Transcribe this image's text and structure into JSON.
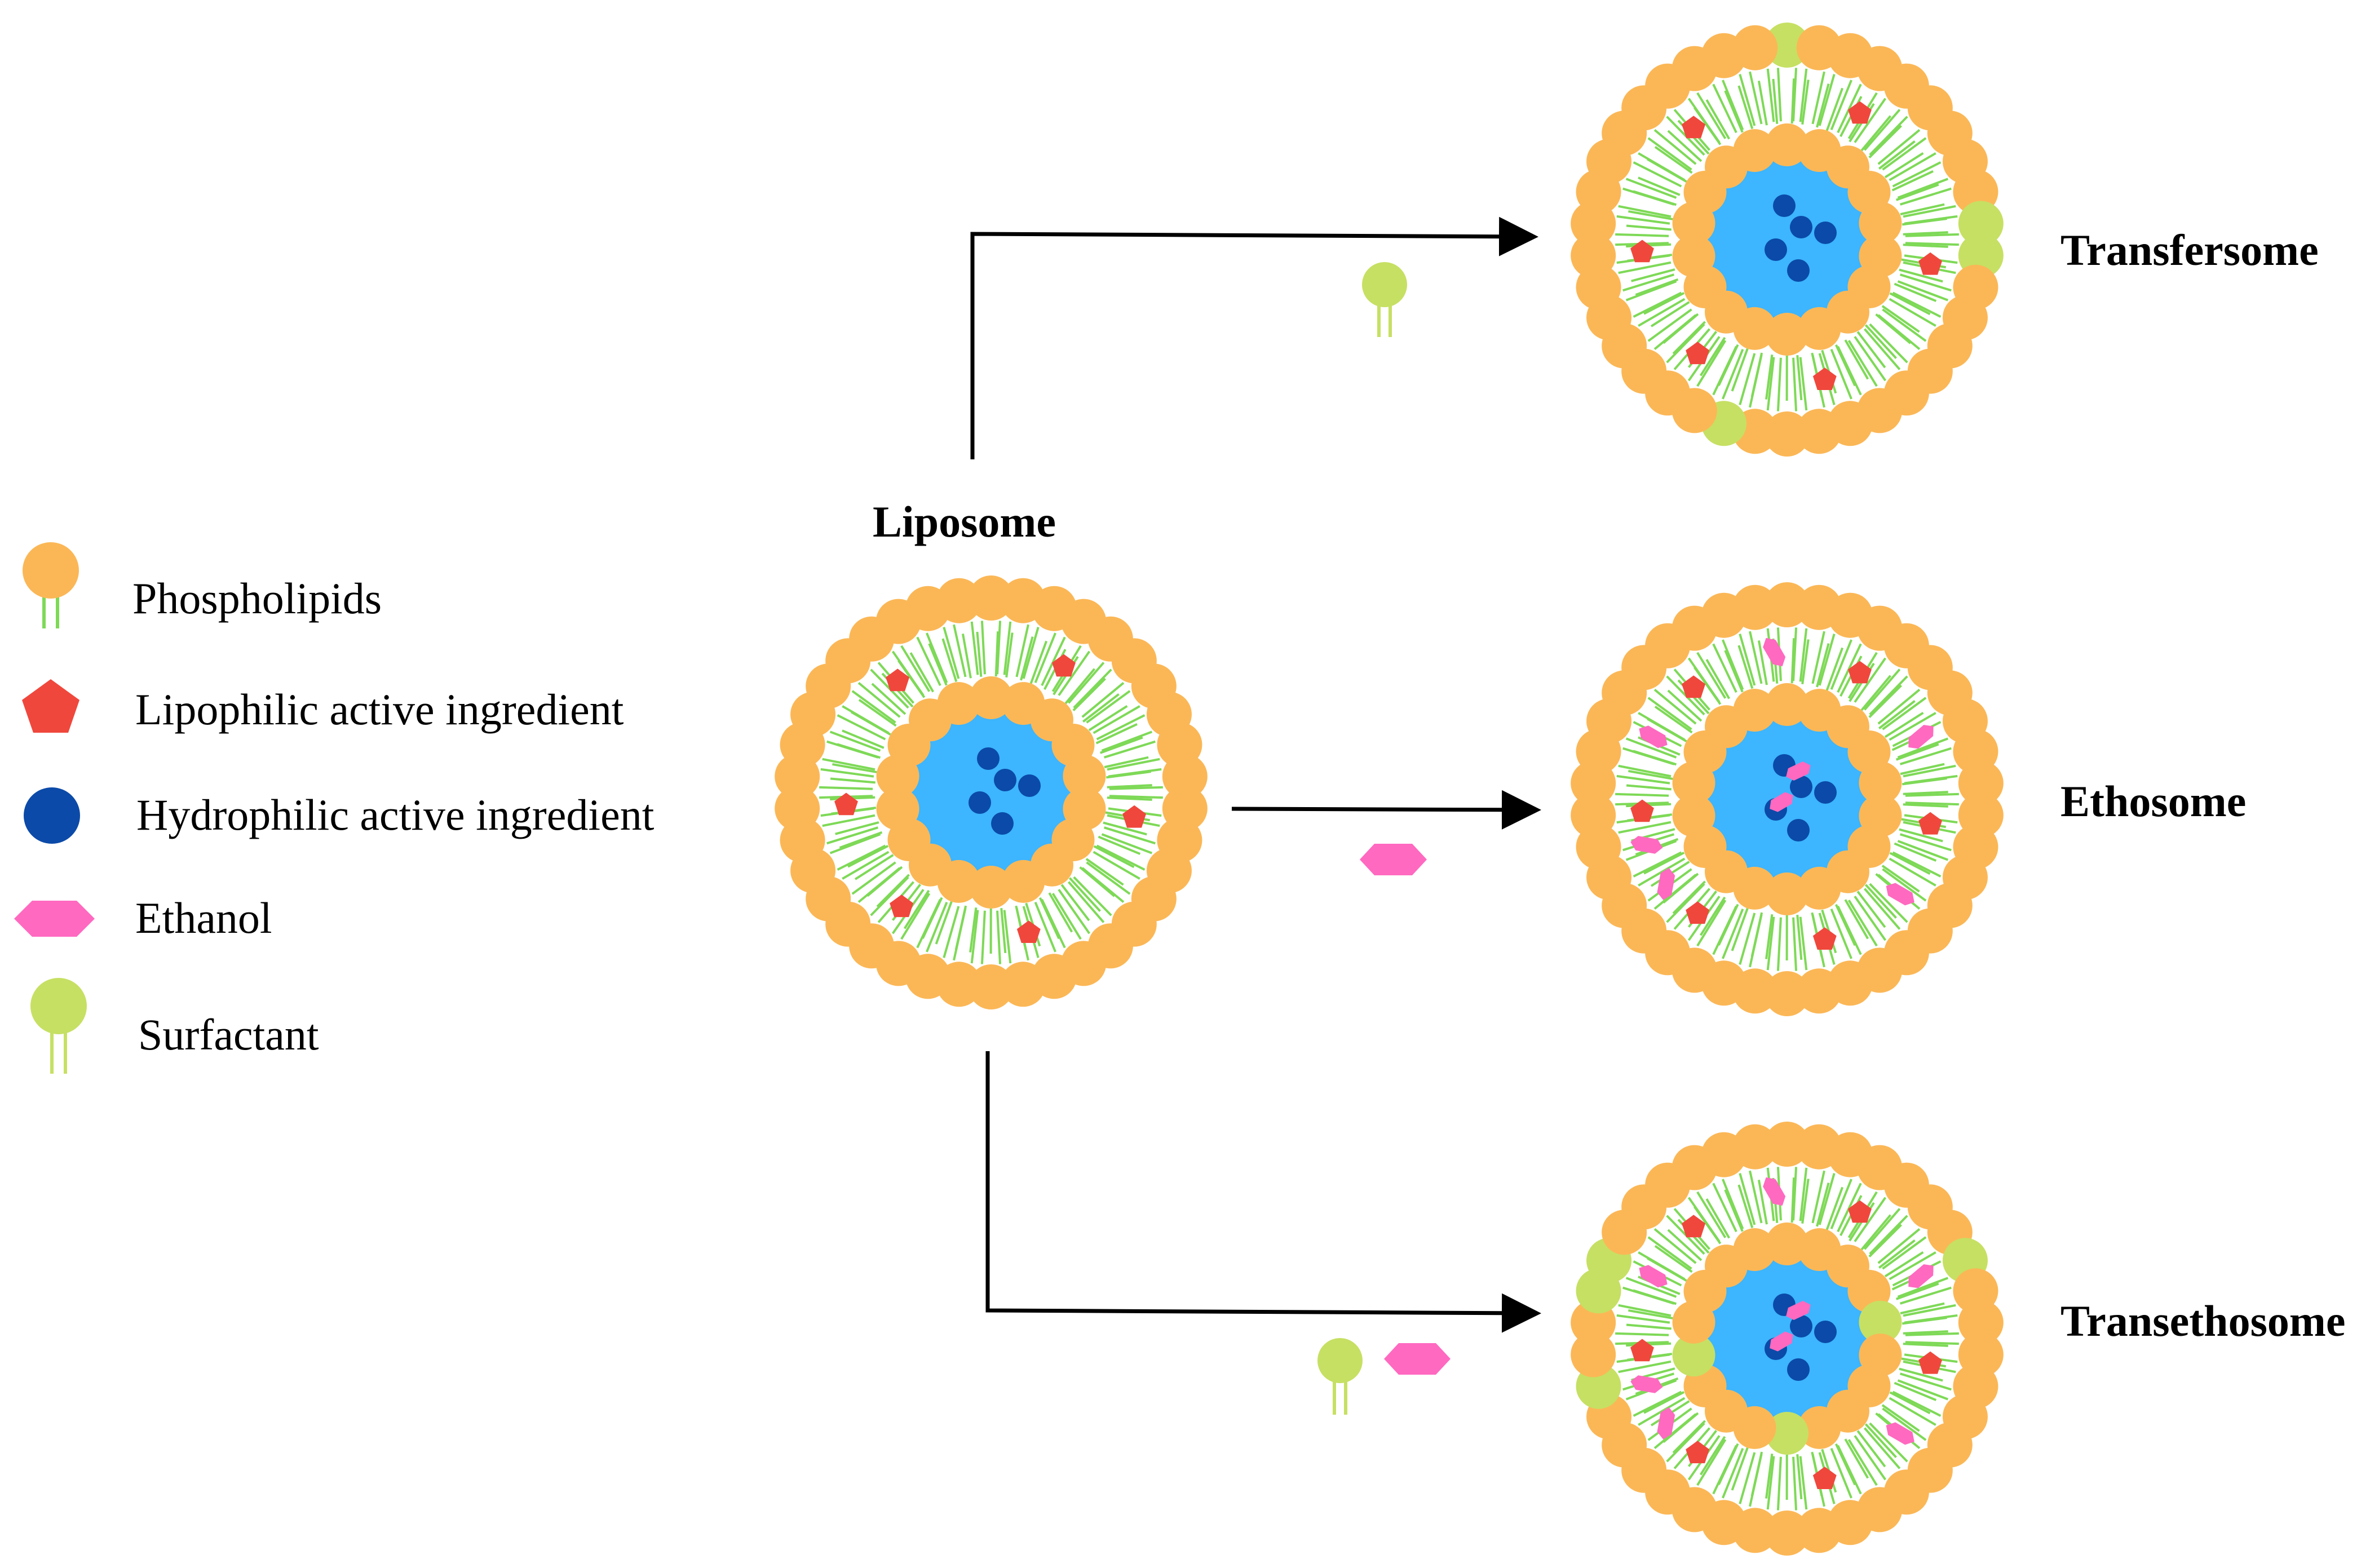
{
  "colors": {
    "phospholipid_head": "#FBB756",
    "phospholipid_tail": "#7ED957",
    "core": "#3DB5FF",
    "hydrophilic": "#0B4AA8",
    "lipophilic": "#F0473C",
    "ethanol": "#FF69C0",
    "surfactant": "#C6E063",
    "arrow": "#000000"
  },
  "labels": {
    "liposome": "Liposome",
    "transfersome": "Transfersome",
    "ethosome": "Ethosome",
    "transethosome": "Transethosome"
  },
  "legend": [
    {
      "icon": "phospholipid-icon",
      "label": "Phospholipids"
    },
    {
      "icon": "lipophilic-pentagon-icon",
      "label": "Lipophilic active ingredient"
    },
    {
      "icon": "hydrophilic-dot-icon",
      "label": "Hydrophilic active ingredient"
    },
    {
      "icon": "ethanol-hexagon-icon",
      "label": "Ethanol"
    },
    {
      "icon": "surfactant-icon",
      "label": "Surfactant"
    }
  ],
  "vesicles": [
    {
      "name": "liposome",
      "label_key": "liposome",
      "ethanol": false,
      "surfactant": false
    },
    {
      "name": "transfersome",
      "label_key": "transfersome",
      "ethanol": false,
      "surfactant": true
    },
    {
      "name": "ethosome",
      "label_key": "ethosome",
      "ethanol": true,
      "surfactant": false
    },
    {
      "name": "transethosome",
      "label_key": "transethosome",
      "ethanol": true,
      "surfactant": true
    }
  ],
  "arrows": [
    {
      "from": "liposome",
      "to": "transfersome",
      "added": [
        "surfactant"
      ]
    },
    {
      "from": "liposome",
      "to": "ethosome",
      "added": [
        "ethanol"
      ]
    },
    {
      "from": "liposome",
      "to": "transethosome",
      "added": [
        "surfactant",
        "ethanol"
      ]
    }
  ]
}
